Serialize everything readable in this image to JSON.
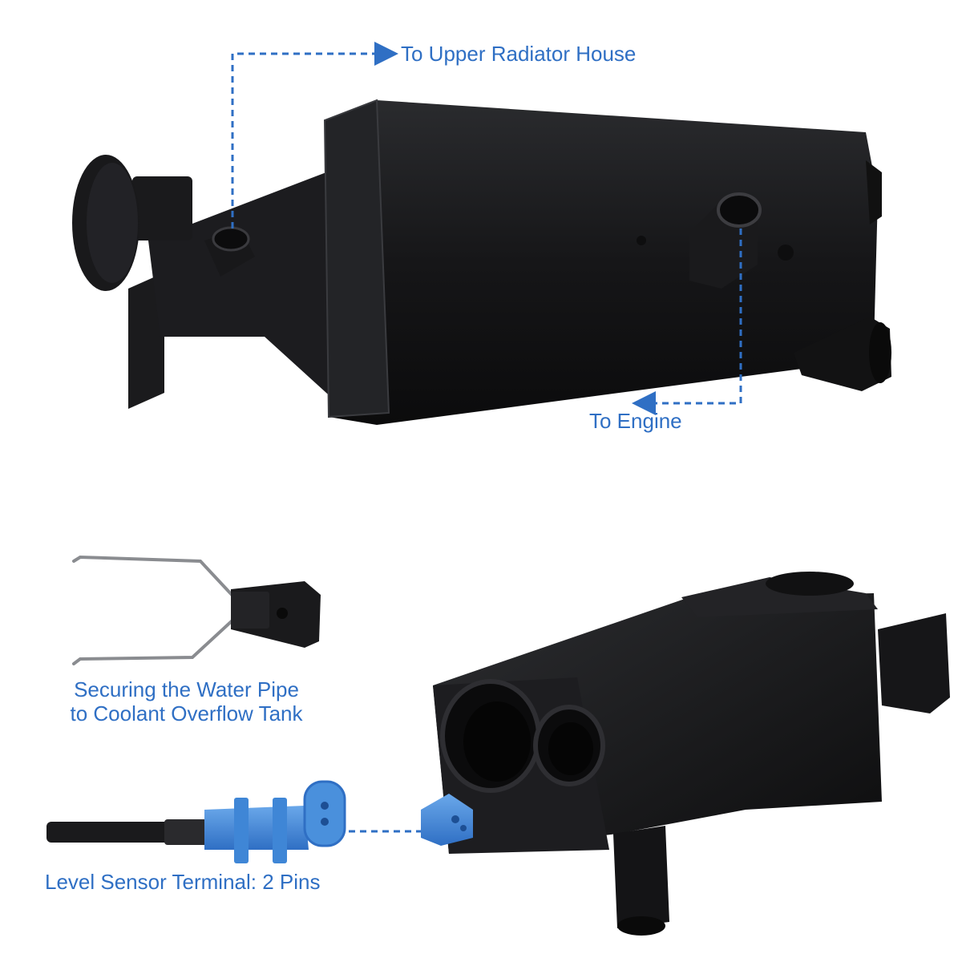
{
  "labels": {
    "upper_radiator": "To Upper Radiator House",
    "engine": "To Engine",
    "water_pipe_line1": "Securing the Water Pipe",
    "water_pipe_line2": "to Coolant Overflow Tank",
    "level_sensor": "Level Sensor Terminal: 2 Pins"
  },
  "colors": {
    "accent": "#2f6fc4",
    "part_black": "#141416",
    "connector_blue": "#3f86d6",
    "background": "#ffffff"
  }
}
